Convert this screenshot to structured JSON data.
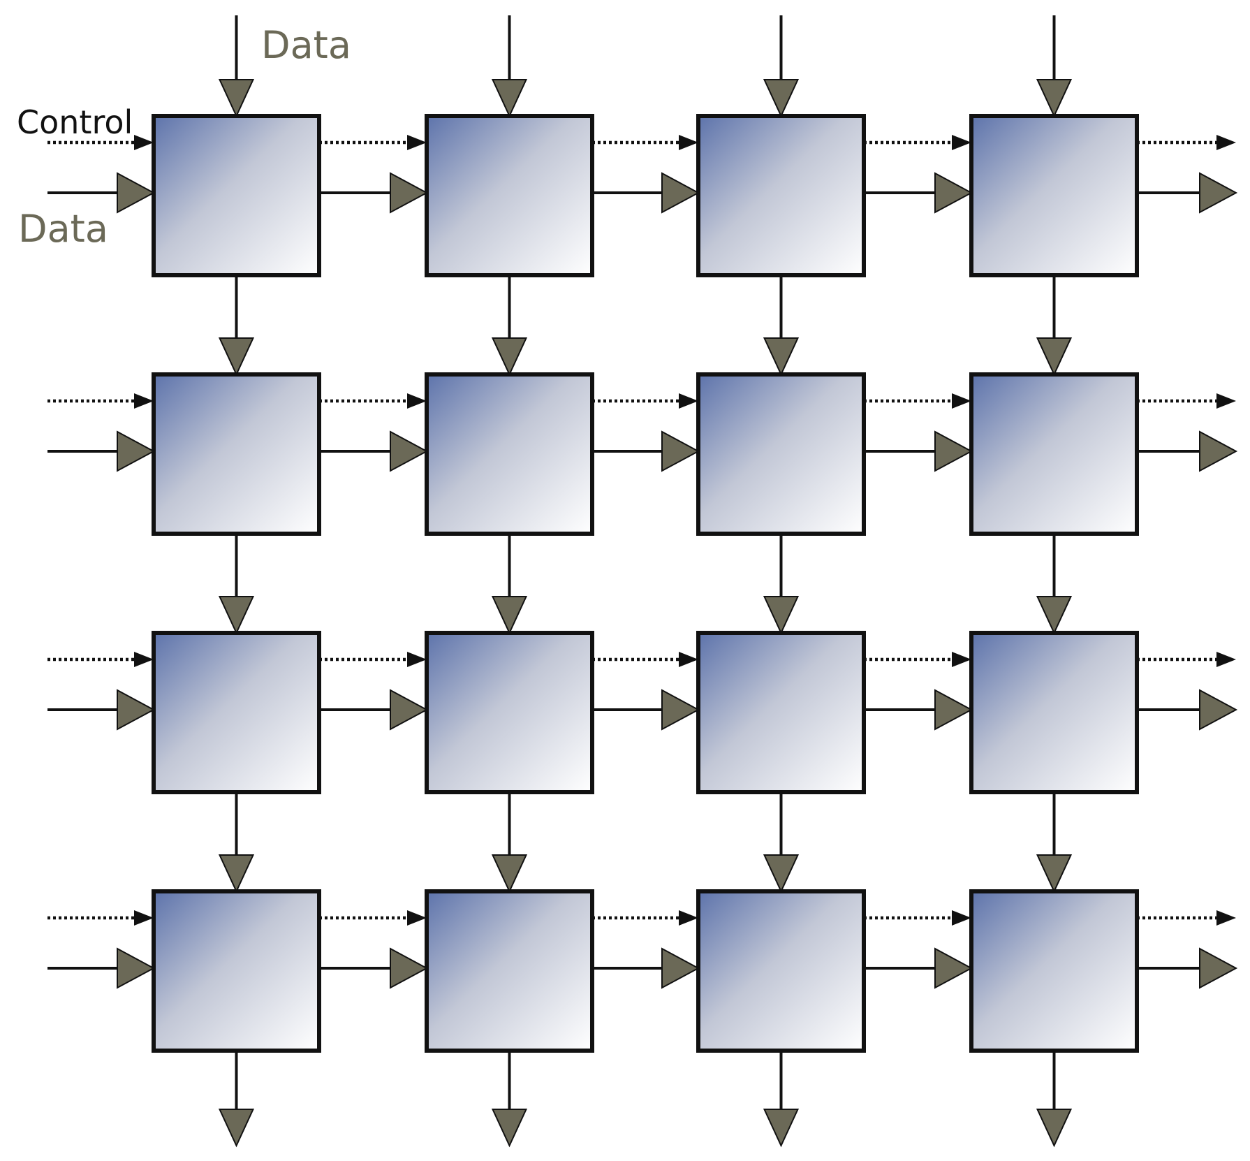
{
  "labels": {
    "data_top": "Data",
    "control": "Control",
    "data_left": "Data"
  },
  "grid": {
    "rows": 4,
    "cols": 4
  },
  "colors": {
    "cell_gradient_start": "#5d73ab",
    "cell_gradient_mid": "#c2c7d6",
    "cell_gradient_end": "#ffffff",
    "triangle_fill": "#6b6957",
    "line": "#111111"
  }
}
